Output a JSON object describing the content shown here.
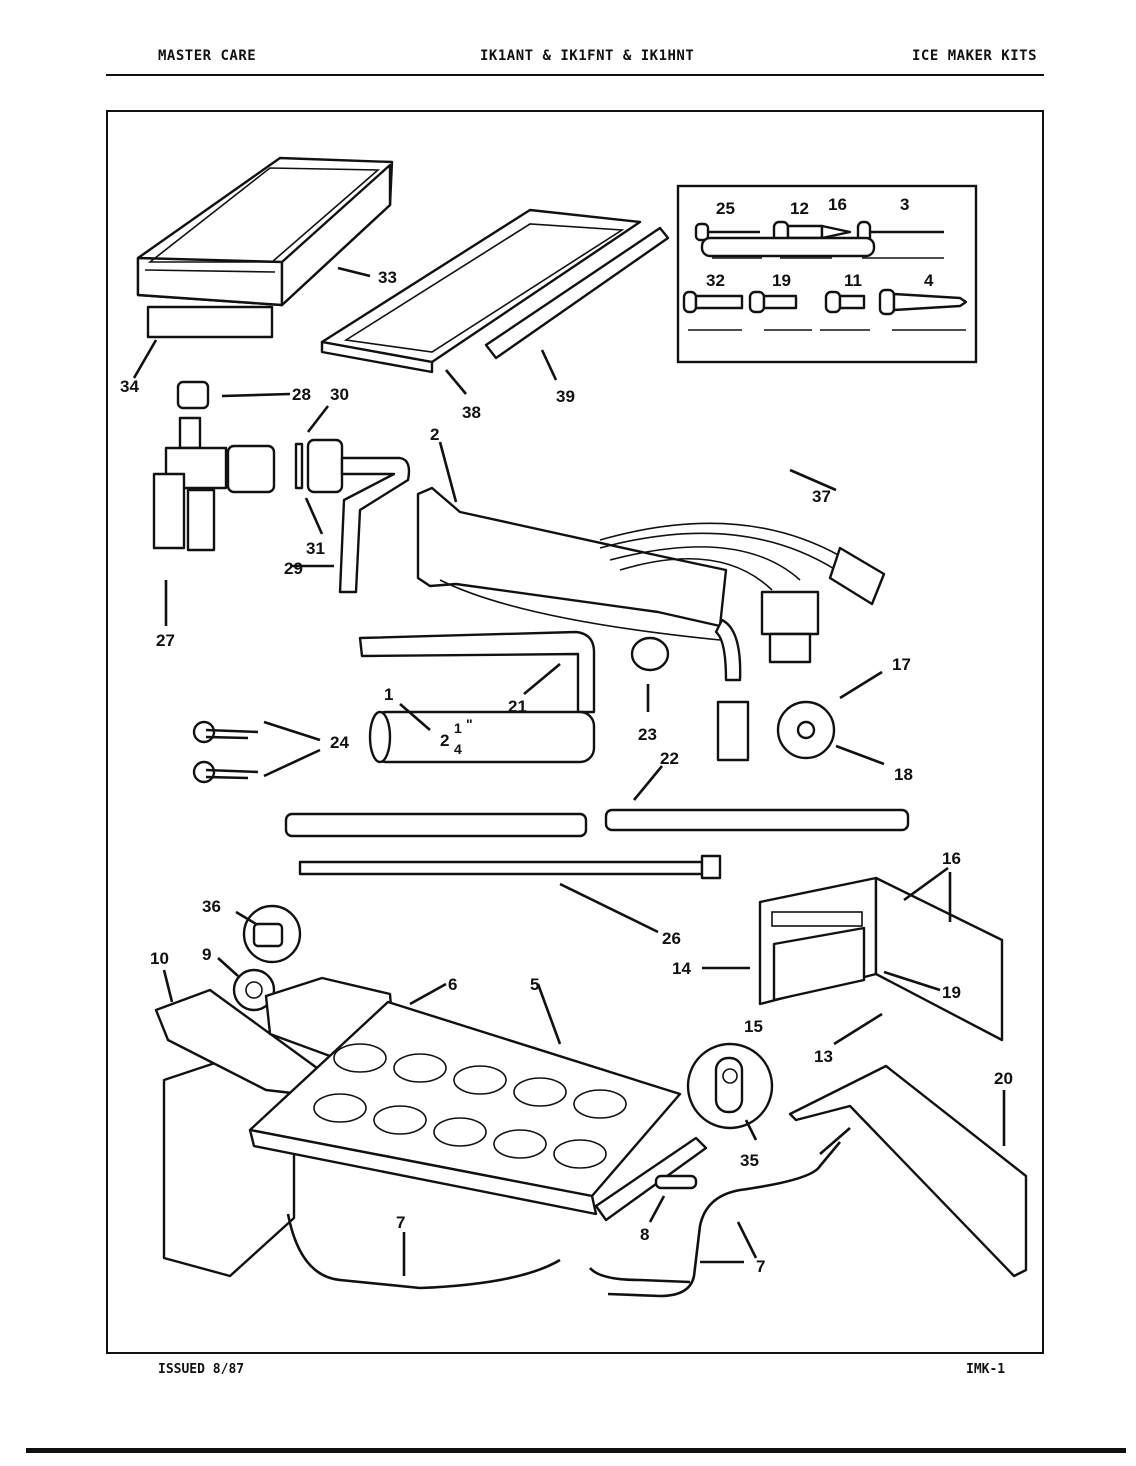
{
  "header": {
    "left": "MASTER CARE",
    "center": "IK1ANT & IK1FNT & IK1HNT",
    "right": "ICE MAKER KITS"
  },
  "footer": {
    "left": "ISSUED 8/87",
    "right": "IMK-1"
  },
  "fasteners": {
    "top_row": [
      "25",
      "12",
      "16",
      "3"
    ],
    "bottom_row": [
      "32",
      "19",
      "11",
      "4"
    ]
  },
  "labels": {
    "l1": "1",
    "l2": "2",
    "l3": "5",
    "l4": "6",
    "l5": "7",
    "l6": "7",
    "l7": "8",
    "l8": "9",
    "l9": "10",
    "l10": "13",
    "l11": "14",
    "l12": "15",
    "l13": "16",
    "l14": "17",
    "l15": "18",
    "l16": "19",
    "l17": "20",
    "l18": "21",
    "l19": "22",
    "l20": "23",
    "l21": "24",
    "l22": "26",
    "l23": "27",
    "l24": "28",
    "l25": "29",
    "l26": "30",
    "l27": "31",
    "l28": "33",
    "l29": "34",
    "l30": "35",
    "l31": "36",
    "l32": "37",
    "l33": "38",
    "l34": "39"
  },
  "tube_marking": {
    "whole": "2",
    "fraction_num": "1",
    "fraction_den": "4",
    "unit": "\""
  }
}
